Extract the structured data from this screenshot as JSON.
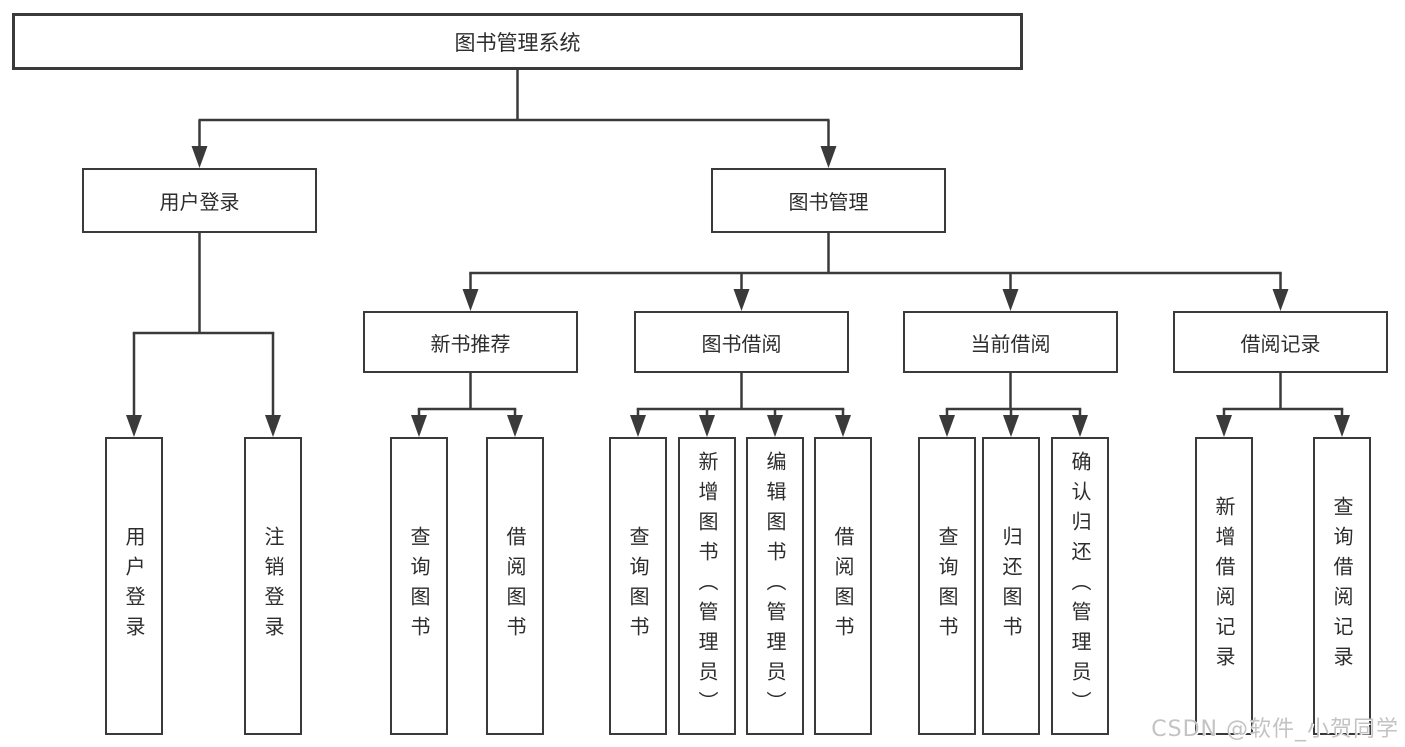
{
  "diagram": {
    "root": {
      "label": "图书管理系统"
    },
    "login": {
      "label": "用户登录",
      "children": [
        {
          "label": "用户登录"
        },
        {
          "label": "注销登录"
        }
      ]
    },
    "manage": {
      "label": "图书管理",
      "groups": [
        {
          "label": "新书推荐",
          "children": [
            {
              "label": "查询图书"
            },
            {
              "label": "借阅图书"
            }
          ]
        },
        {
          "label": "图书借阅",
          "children": [
            {
              "label": "查询图书"
            },
            {
              "label": "新增图书（管理员）"
            },
            {
              "label": "编辑图书（管理员）"
            },
            {
              "label": "借阅图书"
            }
          ]
        },
        {
          "label": "当前借阅",
          "children": [
            {
              "label": "查询图书"
            },
            {
              "label": "归还图书"
            },
            {
              "label": "确认归还（管理员）"
            }
          ]
        },
        {
          "label": "借阅记录",
          "children": [
            {
              "label": "新增借阅记录"
            },
            {
              "label": "查询借阅记录"
            }
          ]
        }
      ]
    },
    "colors": {
      "line": "#3a3a3a",
      "text": "#2d2d2d",
      "watermark": "#c3c3c3"
    }
  },
  "watermark": {
    "text": "CSDN @软件_小贺同学"
  }
}
